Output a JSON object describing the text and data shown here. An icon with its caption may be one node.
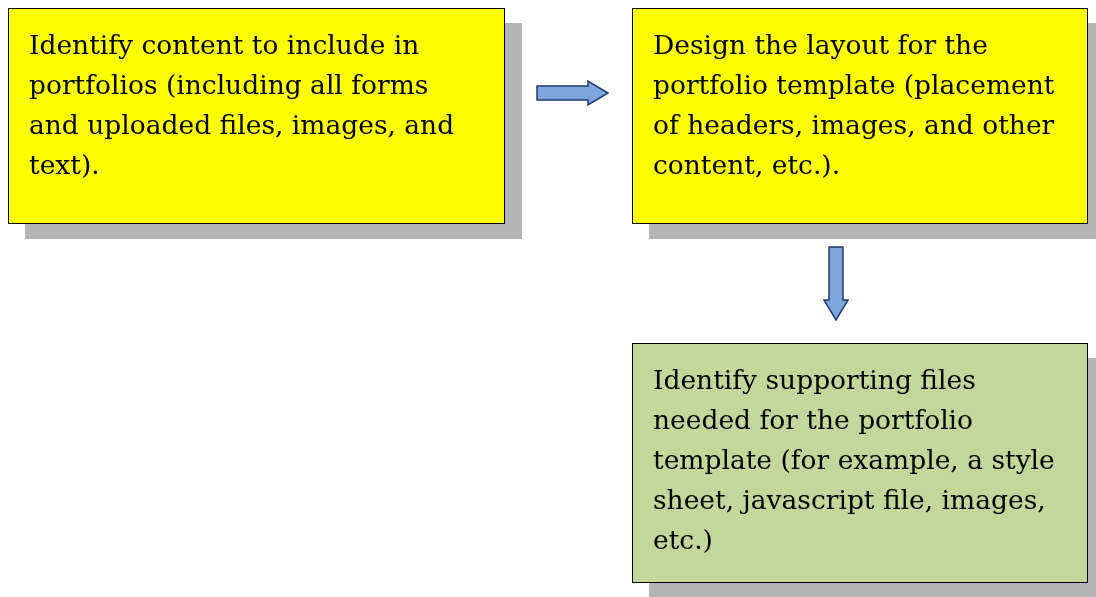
{
  "diagram": {
    "nodes": [
      {
        "text": [
          "Identify content to include in portfolios (including all forms and uploaded files, images, and text)."
        ]
      },
      {
        "text": [
          "Design the layout for the portfolio template (placement of headers, images, and other content, etc.)."
        ]
      },
      {
        "text": [
          "Identify supporting files needed for the portfolio template (for example, a style sheet, javascript file, images, etc.)"
        ]
      }
    ],
    "edges": [
      {
        "from": 0,
        "to": 1,
        "arrow": "to"
      },
      {
        "from": 1,
        "to": 2,
        "arrow": "to"
      }
    ]
  }
}
